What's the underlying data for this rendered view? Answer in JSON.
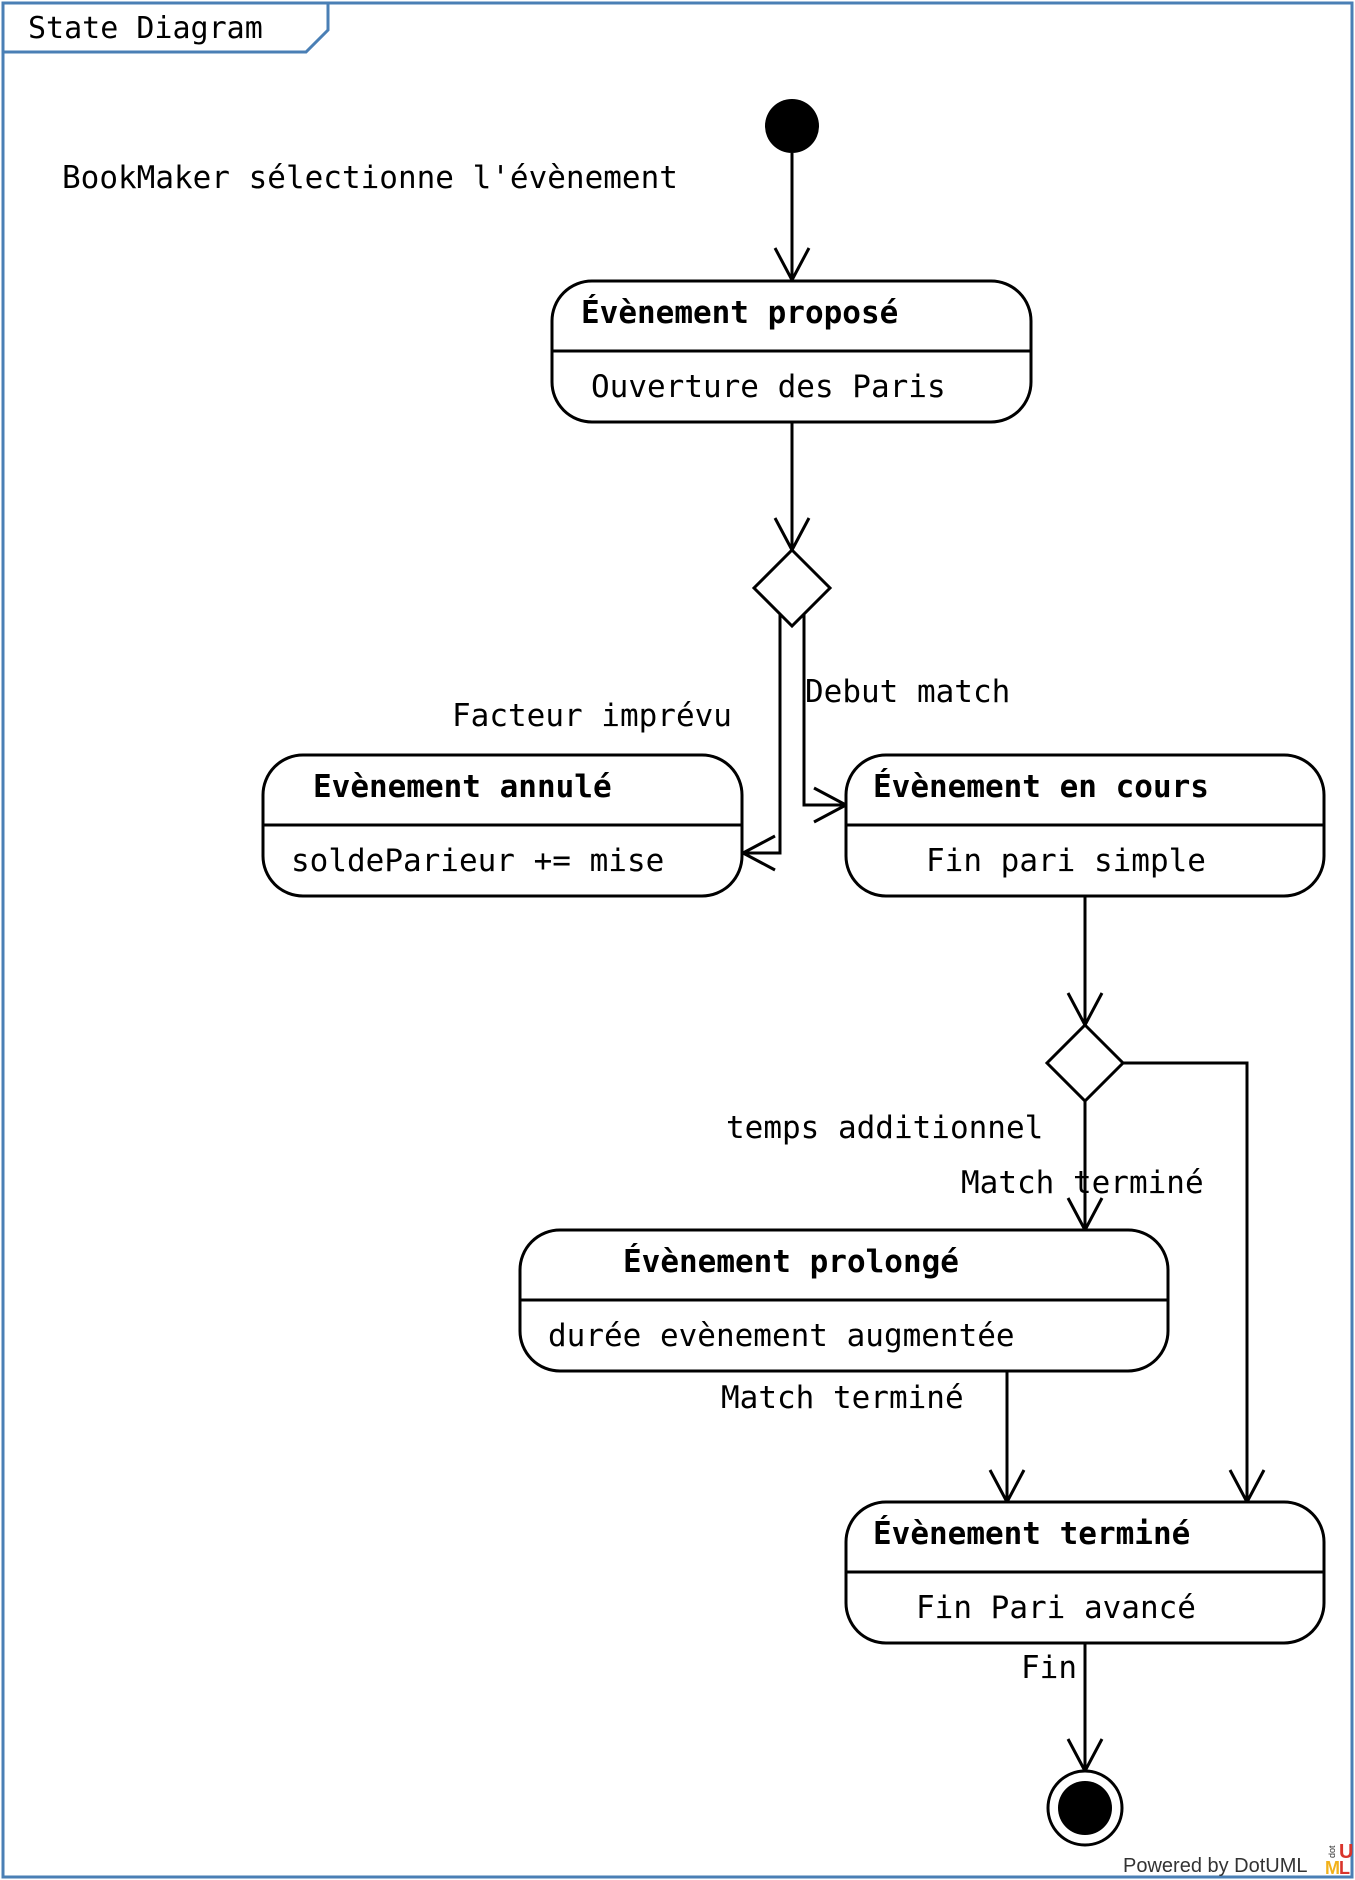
{
  "frame": {
    "title": "State Diagram",
    "border_color": "#4a7fb5"
  },
  "states": {
    "propose": {
      "name": "Évènement proposé",
      "activity": "Ouverture des Paris"
    },
    "annule": {
      "name": "Evènement annulé",
      "activity": "soldeParieur += mise"
    },
    "en_cours": {
      "name": "Évènement en cours",
      "activity": "Fin pari simple"
    },
    "prolonge": {
      "name": "Évènement prolongé",
      "activity": "durée evènement augmentée"
    },
    "termine": {
      "name": "Évènement terminé",
      "activity": "Fin Pari avancé"
    }
  },
  "transitions": {
    "start_to_propose": "BookMaker sélectionne l'évènement",
    "decision_to_annule": "Facteur imprévu",
    "decision_to_en_cours": "Debut match",
    "decision2_to_prolonge_1": "temps additionnel",
    "decision2_to_prolonge_2": "Match terminé",
    "prolonge_to_termine": "Match terminé",
    "termine_to_end": "Fin"
  },
  "footer": {
    "powered_by": "Powered by DotUML",
    "logo_letters": [
      "U",
      "M",
      "L"
    ],
    "logo_small": "dot"
  },
  "colors": {
    "frame": "#4a7fb5",
    "logo_u": "#d9342b",
    "logo_m": "#f2b21b",
    "logo_l": "#d9342b"
  }
}
